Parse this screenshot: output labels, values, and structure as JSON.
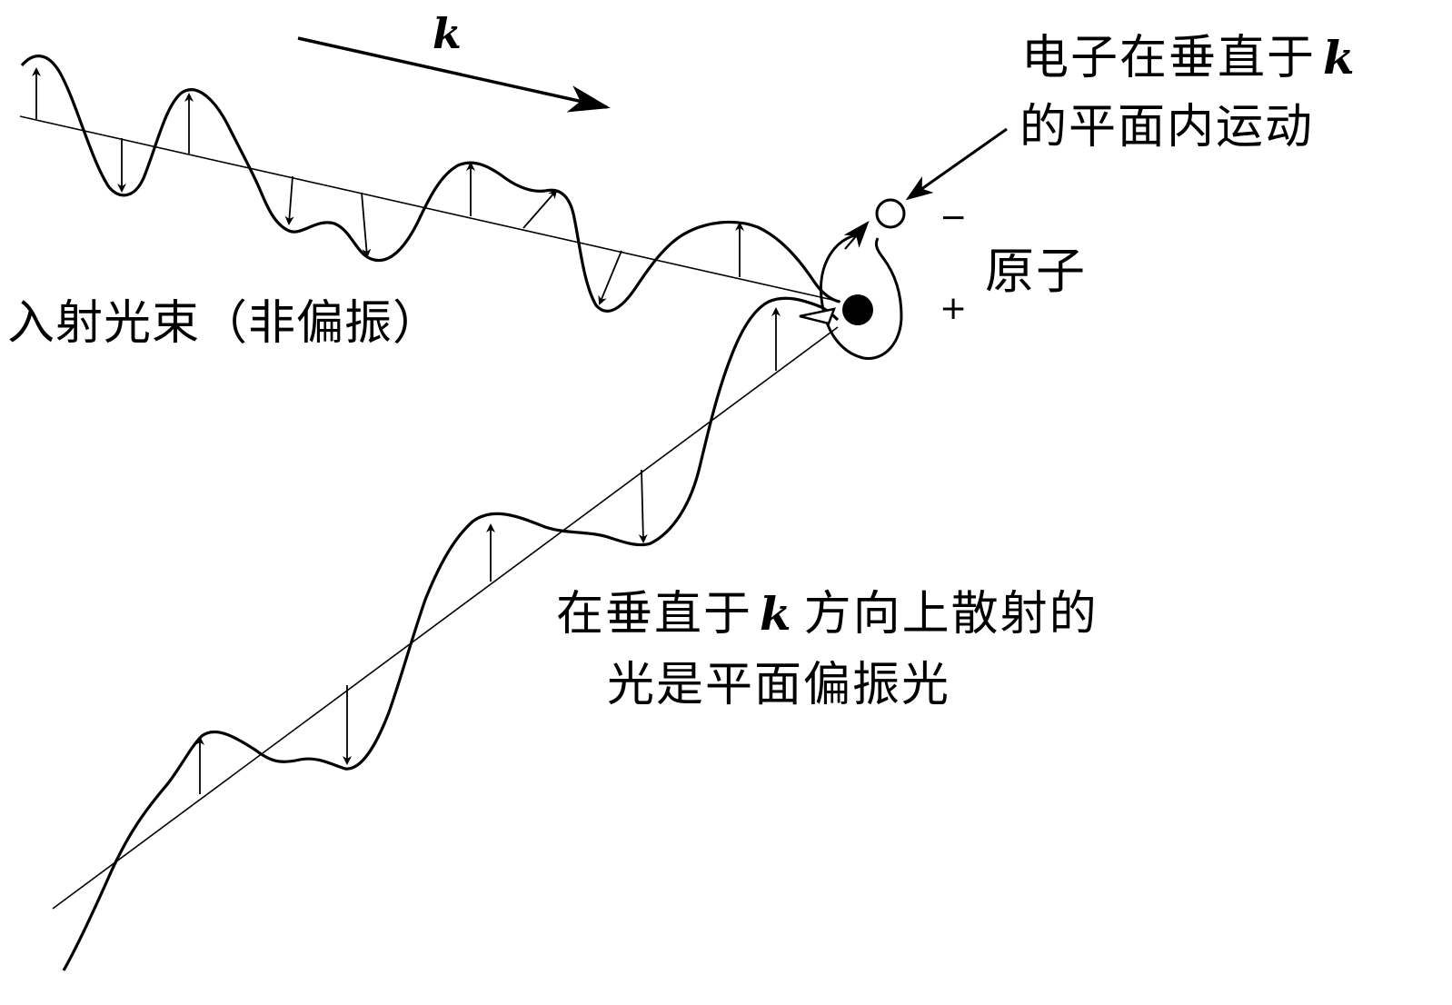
{
  "labels": {
    "wave_vector": "k",
    "electron_note_line1_prefix": "电子在垂直于",
    "electron_note_line1_k": "k",
    "electron_note_line2": "的平面内运动",
    "atom": "原子",
    "minus": "−",
    "plus": "+",
    "incident_beam": "入射光束（非偏振）",
    "scattered_line1_prefix": "在垂直于",
    "scattered_line1_k": "k",
    "scattered_line1_suffix": "方向上散射的",
    "scattered_line2": "光是平面偏振光"
  },
  "colors": {
    "ink": "#000000",
    "background": "#ffffff"
  }
}
